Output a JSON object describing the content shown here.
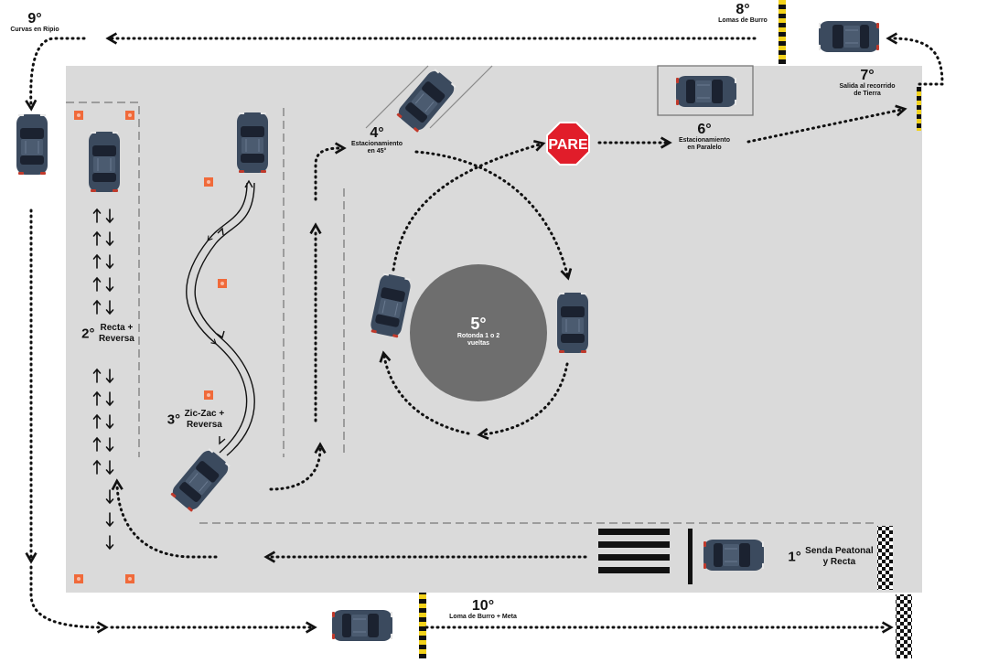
{
  "stations": {
    "s1": {
      "num": "1°",
      "text_l1": "Senda Peatonal",
      "text_l2": "y Recta"
    },
    "s2": {
      "num": "2°",
      "text_l1": "Recta +",
      "text_l2": "Reversa"
    },
    "s3": {
      "num": "3°",
      "text_l1": "Zic-Zac +",
      "text_l2": "Reversa"
    },
    "s4": {
      "num": "4°",
      "text_l1": "Estacionamiento",
      "text_l2": "en 45°"
    },
    "s5": {
      "num": "5°",
      "text_l1": "Rotonda 1 o 2",
      "text_l2": "vueltas"
    },
    "s6": {
      "num": "6°",
      "text_l1": "Estacionamiento",
      "text_l2": "en Paralelo"
    },
    "s7": {
      "num": "7°",
      "text_l1": "Salida al recorrido",
      "text_l2": "de Tierra"
    },
    "s8": {
      "num": "8°",
      "text_l1": "Lomas de Burro"
    },
    "s9": {
      "num": "9°",
      "text_l1": "Curvas en Ripio"
    },
    "s10": {
      "num": "10°",
      "text_l1": "Loma de Burro + Meta"
    }
  },
  "stop_sign": {
    "text": "PARE",
    "color": "#e11d2a"
  },
  "colors": {
    "lot": "#dadada",
    "roundabout": "#6e6e6e",
    "car_body": "#3b4a5e",
    "cone": "#f06a3a",
    "speed_bump_yellow": "#f2d21b",
    "arrow": "#111111"
  }
}
